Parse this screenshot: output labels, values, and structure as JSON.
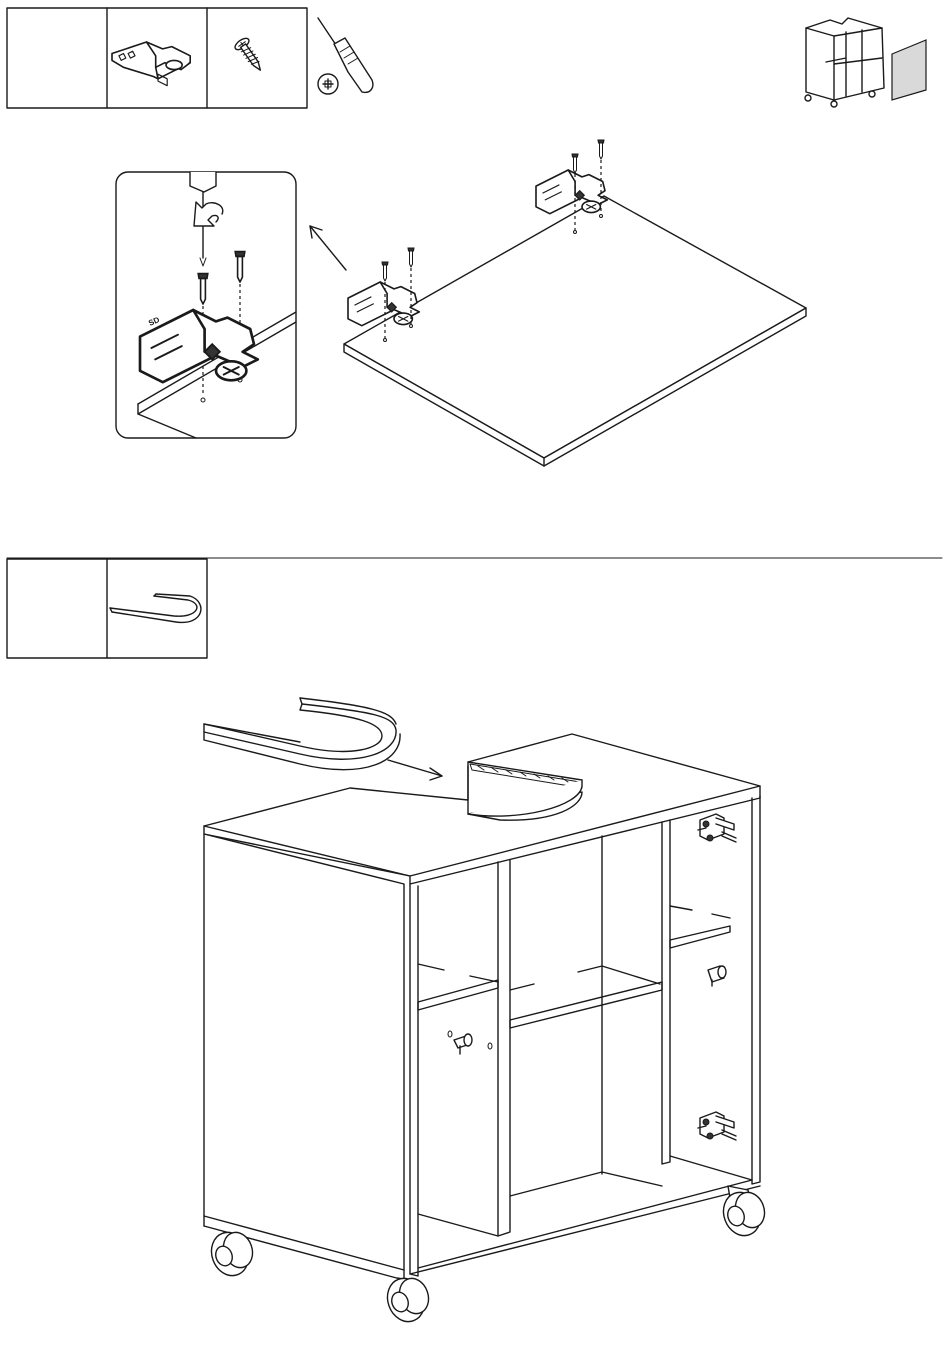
{
  "step_1": {
    "parts_table": [
      {
        "cell": "empty"
      },
      {
        "cell": "part",
        "icon": "hinge-icon"
      },
      {
        "cell": "part",
        "icon": "screw-icon"
      }
    ],
    "tool": "phillips-screwdriver-icon",
    "hinge_label": "SD"
  },
  "step_2": {
    "parts_table": [
      {
        "cell": "empty"
      },
      {
        "cell": "part",
        "icon": "sink-cutout-trim-icon"
      }
    ]
  },
  "colors": {
    "line": "#1a1a1a",
    "panel_grey": "#d9d9d9",
    "background": "#ffffff"
  }
}
